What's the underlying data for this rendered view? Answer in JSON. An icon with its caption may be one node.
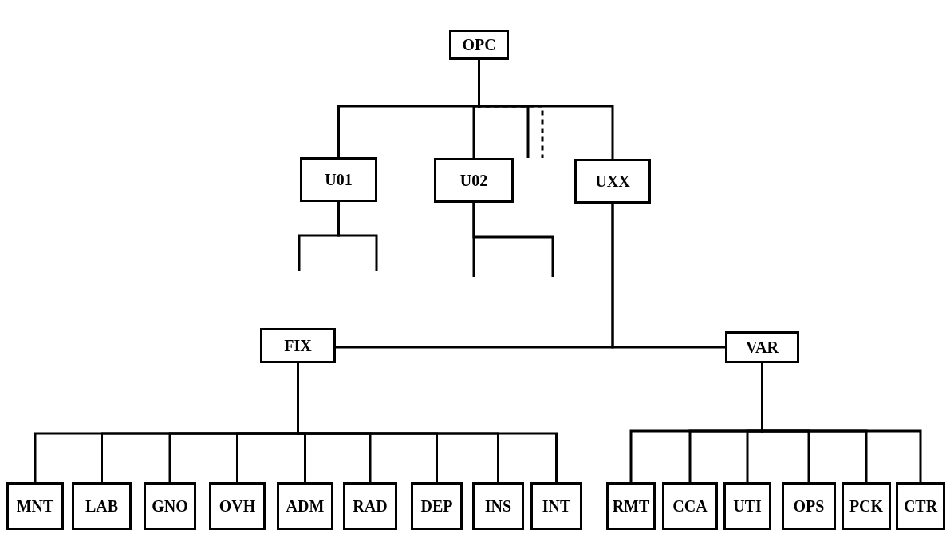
{
  "diagram": {
    "nodes": [
      {
        "text": [
          "OPC"
        ]
      },
      {
        "text": [
          "U01"
        ]
      },
      {
        "text": [
          "U02"
        ]
      },
      {
        "text": [
          "UXX"
        ]
      },
      {
        "text": [
          "FIX"
        ]
      },
      {
        "text": [
          "VAR"
        ]
      },
      {
        "text": [
          "MNT"
        ]
      },
      {
        "text": [
          "LAB"
        ]
      },
      {
        "text": [
          "GNO"
        ]
      },
      {
        "text": [
          "OVH"
        ]
      },
      {
        "text": [
          "ADM"
        ]
      },
      {
        "text": [
          "RAD"
        ]
      },
      {
        "text": [
          "DEP"
        ]
      },
      {
        "text": [
          "INS"
        ]
      },
      {
        "text": [
          "INT"
        ]
      },
      {
        "text": [
          "RMT"
        ]
      },
      {
        "text": [
          "CCA"
        ]
      },
      {
        "text": [
          "UTI"
        ]
      },
      {
        "text": [
          "OPS"
        ]
      },
      {
        "text": [
          "PCK"
        ]
      },
      {
        "text": [
          "CTR"
        ]
      }
    ],
    "edges": [
      {
        "from": 0,
        "to": 1,
        "arrow": "none"
      },
      {
        "from": 0,
        "to": 2,
        "arrow": "none"
      },
      {
        "from": 0,
        "to": 3,
        "arrow": "none"
      },
      {
        "from": 0,
        "to": null,
        "arrow": "none"
      },
      {
        "from": 0,
        "to": null,
        "arrow": "none",
        "style": "dashed"
      },
      {
        "from": 1,
        "to": null,
        "arrow": "none"
      },
      {
        "from": 1,
        "to": null,
        "arrow": "none"
      },
      {
        "from": 2,
        "to": null,
        "arrow": "none"
      },
      {
        "from": 2,
        "to": null,
        "arrow": "none"
      },
      {
        "from": 3,
        "to": 4,
        "arrow": "none"
      },
      {
        "from": 3,
        "to": 5,
        "arrow": "none"
      },
      {
        "from": 4,
        "to": 6,
        "arrow": "none"
      },
      {
        "from": 4,
        "to": 7,
        "arrow": "none"
      },
      {
        "from": 4,
        "to": 8,
        "arrow": "none"
      },
      {
        "from": 4,
        "to": 9,
        "arrow": "none"
      },
      {
        "from": 4,
        "to": 10,
        "arrow": "none"
      },
      {
        "from": 4,
        "to": 11,
        "arrow": "none"
      },
      {
        "from": 4,
        "to": 12,
        "arrow": "none"
      },
      {
        "from": 4,
        "to": 13,
        "arrow": "none"
      },
      {
        "from": 4,
        "to": 14,
        "arrow": "none"
      },
      {
        "from": 5,
        "to": 15,
        "arrow": "none"
      },
      {
        "from": 5,
        "to": 16,
        "arrow": "none"
      },
      {
        "from": 5,
        "to": 17,
        "arrow": "none"
      },
      {
        "from": 5,
        "to": 18,
        "arrow": "none"
      },
      {
        "from": 5,
        "to": 19,
        "arrow": "none"
      },
      {
        "from": 5,
        "to": 20,
        "arrow": "none"
      }
    ]
  }
}
